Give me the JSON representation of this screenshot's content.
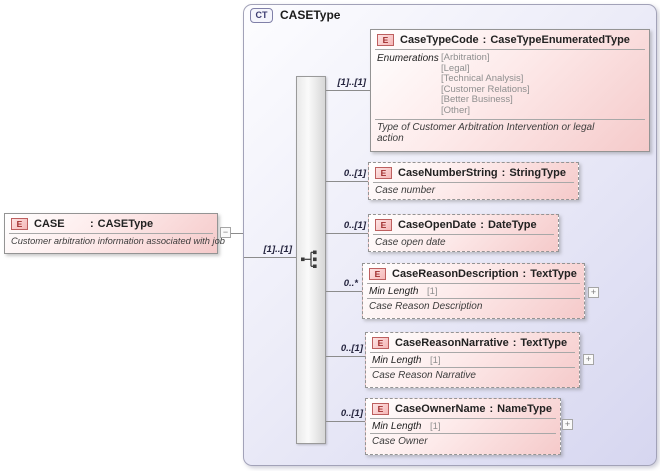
{
  "ui": {
    "colon": ":"
  },
  "icons": {
    "complex_type_badge": "CT",
    "element_badge": "E",
    "expand_icon": "+",
    "collapse_icon": "−"
  },
  "colors": {
    "box_pink": "#f5caca",
    "container_lavender": "#d6d6f0",
    "border_gray": "#949494",
    "element_icon_red": "#9e2b2b"
  },
  "complex_type": {
    "title": "CASEType"
  },
  "root": {
    "name": "CASE",
    "type": "CASEType",
    "annotation": "Customer arbitration information associated with job",
    "cardinality": "[1]..[1]"
  },
  "children": [
    {
      "name": "CaseTypeCode",
      "type": "CaseTypeEnumeratedType",
      "cardinality": "[1]..[1]",
      "enumerations_label": "Enumerations",
      "enumerations": [
        "[Arbitration]",
        "[Legal]",
        "[Technical Analysis]",
        "[Customer Relations]",
        "[Better Business]",
        "[Other]"
      ],
      "annotation": "Type of Customer Arbitration Intervention or legal action"
    },
    {
      "name": "CaseNumberString",
      "type": "StringType",
      "cardinality": "0..[1]",
      "annotation": "Case number"
    },
    {
      "name": "CaseOpenDate",
      "type": "DateType",
      "cardinality": "0..[1]",
      "annotation": "Case open date"
    },
    {
      "name": "CaseReasonDescription",
      "type": "TextType",
      "cardinality": "0..*",
      "facet_label": "Min Length",
      "facet_value": "[1]",
      "annotation": "Case Reason Description"
    },
    {
      "name": "CaseReasonNarrative",
      "type": "TextType",
      "cardinality": "0..[1]",
      "facet_label": "Min Length",
      "facet_value": "[1]",
      "annotation": "Case Reason Narrative"
    },
    {
      "name": "CaseOwnerName",
      "type": "NameType",
      "cardinality": "0..[1]",
      "facet_label": "Min Length",
      "facet_value": "[1]",
      "annotation": "Case Owner"
    }
  ]
}
